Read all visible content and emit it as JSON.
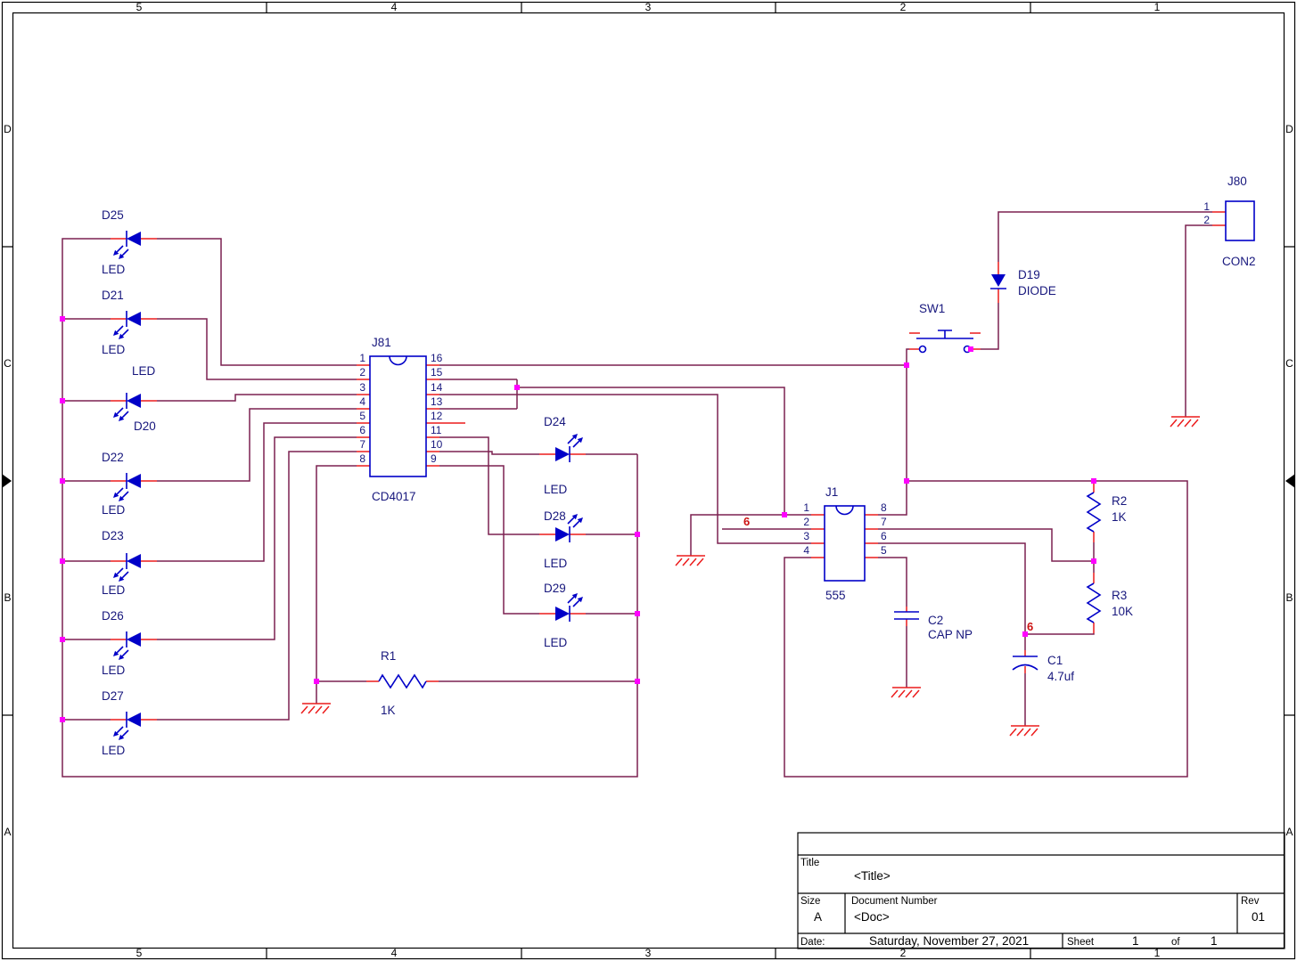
{
  "frame": {
    "cols": [
      "5",
      "4",
      "3",
      "2",
      "1"
    ],
    "rows": [
      "D",
      "C",
      "B",
      "A"
    ]
  },
  "parts": {
    "d25": {
      "ref": "D25",
      "value": "LED"
    },
    "d21": {
      "ref": "D21",
      "value": "LED"
    },
    "d20": {
      "ref": "D20",
      "value": "LED"
    },
    "d22": {
      "ref": "D22",
      "value": "LED"
    },
    "d23": {
      "ref": "D23",
      "value": "LED"
    },
    "d26": {
      "ref": "D26",
      "value": "LED"
    },
    "d27": {
      "ref": "D27",
      "value": "LED"
    },
    "d24": {
      "ref": "D24",
      "value": "LED"
    },
    "d28": {
      "ref": "D28",
      "value": "LED"
    },
    "d29": {
      "ref": "D29",
      "value": "LED"
    },
    "j81": {
      "ref": "J81",
      "value": "CD4017",
      "pins_left": [
        "1",
        "2",
        "3",
        "4",
        "5",
        "6",
        "7",
        "8"
      ],
      "pins_right": [
        "16",
        "15",
        "14",
        "13",
        "12",
        "11",
        "10",
        "9"
      ]
    },
    "j1": {
      "ref": "J1",
      "value": "555",
      "pins_left": [
        "1",
        "2",
        "3",
        "4"
      ],
      "pins_right": [
        "8",
        "7",
        "6",
        "5"
      ]
    },
    "sw1": {
      "ref": "SW1"
    },
    "d19": {
      "ref": "D19",
      "value": "DIODE"
    },
    "j80": {
      "ref": "J80",
      "value": "CON2",
      "pins": [
        "1",
        "2"
      ]
    },
    "r1": {
      "ref": "R1",
      "value": "1K"
    },
    "r2": {
      "ref": "R2",
      "value": "1K"
    },
    "r3": {
      "ref": "R3",
      "value": "10K"
    },
    "c1": {
      "ref": "C1",
      "value": "4.7uf"
    },
    "c2": {
      "ref": "C2",
      "value": "CAP NP"
    }
  },
  "nets": {
    "n6a": "6",
    "n6b": "6"
  },
  "title_block": {
    "title_label": "Title",
    "title": "<Title>",
    "size_label": "Size",
    "size": "A",
    "doc_label": "Document Number",
    "doc": "<Doc>",
    "rev_label": "Rev",
    "rev": "01",
    "date_label": "Date:",
    "date": "Saturday, November 27, 2021",
    "sheet_label": "Sheet",
    "sheet": "1",
    "of_label": "of",
    "total": "1"
  },
  "colors": {
    "wire": "#7c2150",
    "pin_stub": "#ec1c1c",
    "symbol": "#0000c8",
    "junction": "#ff00ff",
    "part_text": "#17177d",
    "net_label": "#cc1111",
    "frame": "#000000"
  }
}
